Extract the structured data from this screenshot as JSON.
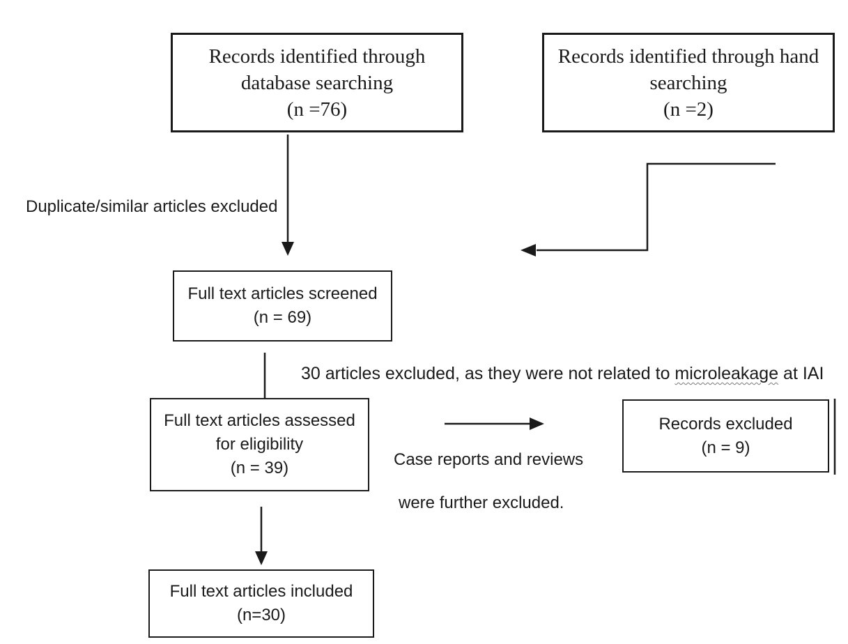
{
  "boxes": {
    "database": {
      "line1": "Records identified through",
      "line2": "database searching",
      "line3": "(n =76)"
    },
    "hand": {
      "line1": "Records identified through hand",
      "line2": "searching",
      "line3": "(n =2)"
    },
    "screened": {
      "line1": "Full text articles screened",
      "line2": "(n = 69)"
    },
    "assessed": {
      "line1": "Full text articles assessed",
      "line2": "for eligibility",
      "line3": "(n = 39)"
    },
    "excluded": {
      "line1": "Records excluded",
      "line2": "(n = 9)"
    },
    "included": {
      "line1": "Full text articles included",
      "line2": "(n=30)"
    }
  },
  "labels": {
    "duplicate": "Duplicate/similar articles excluded",
    "thirty_prefix": "30 articles excluded, as they were not related to ",
    "thirty_underlined": "microleakage",
    "thirty_suffix": " at IAI",
    "case_line1": "Case reports and reviews",
    "case_line2": "were further excluded."
  },
  "colors": {
    "line": "#1a1a1a",
    "text": "#1a1a1a",
    "wavy_underline": "#777777",
    "background": "#ffffff"
  }
}
